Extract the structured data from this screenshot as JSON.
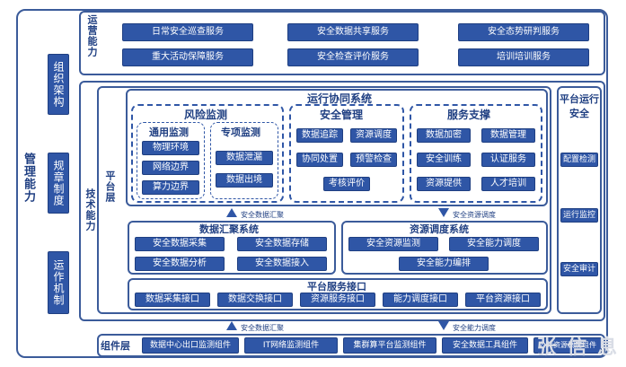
{
  "left_column": {
    "outer_label": "管理能力",
    "pills": [
      "组织架构",
      "规章制度",
      "运作机制"
    ]
  },
  "operation": {
    "label": "运营能力",
    "services": [
      "日常安全巡查服务",
      "安全数据共享服务",
      "安全态势研判服务",
      "重大活动保障服务",
      "安全检查评价服务",
      "培训培训服务"
    ]
  },
  "tech": {
    "label": "技术能力",
    "platform_label": "平台层",
    "system_title": "运行协同系统",
    "groups": {
      "risk": {
        "title": "风险监测",
        "general": {
          "title": "通用监测",
          "items": [
            "物理环境",
            "网络边界",
            "算力边界"
          ]
        },
        "special": {
          "title": "专项监测",
          "items": [
            "数据泄漏",
            "数据出境"
          ]
        }
      },
      "safety": {
        "title": "安全管理",
        "items": [
          "数据追踪",
          "资源调度",
          "协同处置",
          "预警检查",
          "考核评价"
        ]
      },
      "service": {
        "title": "服务支撑",
        "items": [
          "数据加密",
          "数据管理",
          "安全训练",
          "认证服务",
          "资源提供",
          "人才培训"
        ]
      }
    },
    "arrow_left_label": "安全数据汇聚",
    "arrow_right_label": "安全资源调度",
    "aggregation": {
      "title": "数据汇聚系统",
      "items": [
        "安全数据采集",
        "安全数据存储",
        "安全数据分析",
        "安全数据接入"
      ]
    },
    "resource": {
      "title": "资源调度系统",
      "items": [
        "安全资源监测",
        "安全能力调度",
        "安全能力编排"
      ]
    },
    "interfaces": {
      "title": "平台服务接口",
      "items": [
        "数据采集接口",
        "数据交换接口",
        "资源服务接口",
        "能力调度接口",
        "平台资源接口"
      ]
    },
    "bottom_arrow_left": "安全数据汇聚",
    "bottom_arrow_right": "安全能力调度"
  },
  "platform_security": {
    "title": "平台运行安全",
    "items": [
      "配置检测",
      "运行监控",
      "安全审计"
    ]
  },
  "component_layer": {
    "label": "组件层",
    "items": [
      "数据中心出口监测组件",
      "IT网络监测组件",
      "集群算平台监测组件",
      "安全数据工具组件",
      "公共资源调度组件"
    ]
  },
  "watermark_text": "张 信 息"
}
